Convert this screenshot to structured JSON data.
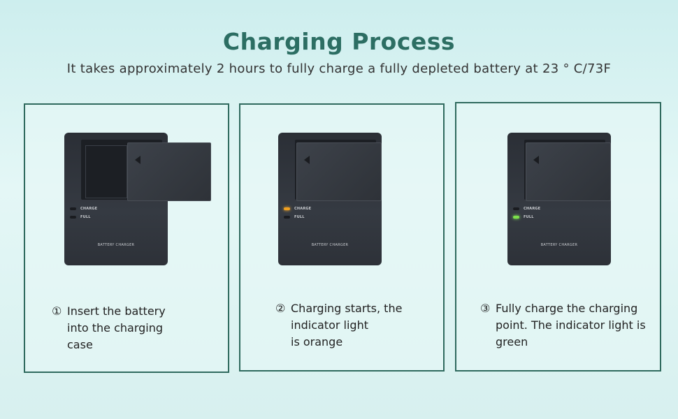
{
  "header": {
    "title": "Charging Process",
    "subtitle": "It takes approximately 2 hours to fully charge a fully depleted battery at 23 ° C/73F"
  },
  "charger": {
    "led_labels": [
      "CHARGE",
      "FULL"
    ],
    "brand_label": "BATTERY CHARGER"
  },
  "colors": {
    "accent": "#2c6e63",
    "led_orange": "#f0a020",
    "led_green": "#7ce04a"
  },
  "steps": [
    {
      "number": "①",
      "lines": [
        "Insert the battery",
        "into the charging",
        "case"
      ],
      "led_state": "off"
    },
    {
      "number": "②",
      "lines": [
        "Charging starts, the",
        "indicator light",
        "is orange"
      ],
      "led_state": "orange"
    },
    {
      "number": "③",
      "lines": [
        "Fully charge the charging",
        "point. The indicator light is",
        "green"
      ],
      "led_state": "green"
    }
  ]
}
